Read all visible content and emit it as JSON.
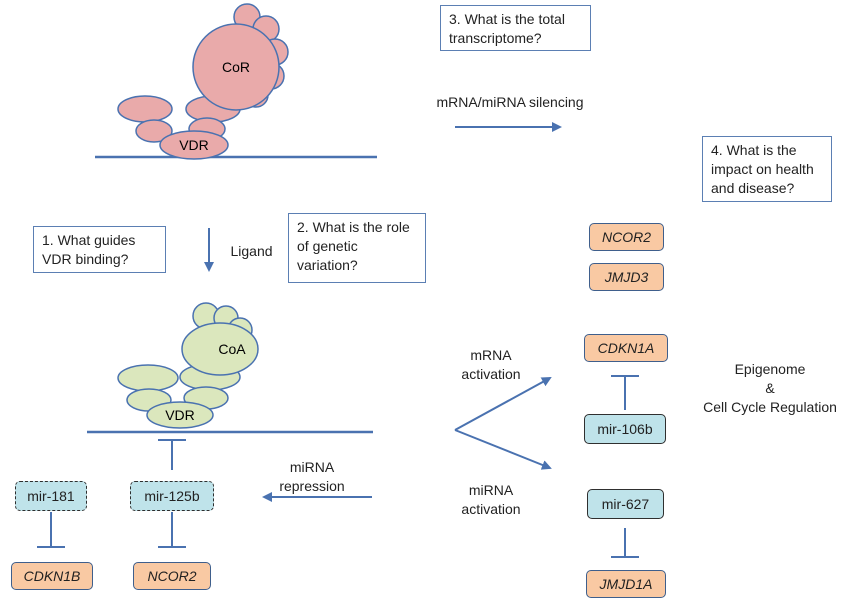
{
  "questions": {
    "q1": "1. What guides VDR binding?",
    "q2": "2. What is the role of genetic variation?",
    "q3": "3. What is the total transcriptome?",
    "q4": "4. What is the impact on health and disease?"
  },
  "complex_top": {
    "corepressor": "CoR",
    "receptor": "VDR"
  },
  "complex_bottom": {
    "coactivator": "CoA",
    "receptor": "VDR"
  },
  "arrows": {
    "silencing": "mRNA/miRNA silencing",
    "ligand": "Ligand",
    "mrna_activation": "mRNA activation",
    "mirna_activation": "miRNA activation",
    "mirna_repression": "miRNA repression"
  },
  "side_label": {
    "line1": "Epigenome",
    "line2": "&",
    "line3": "Cell Cycle Regulation"
  },
  "genes": {
    "ncor2_top": "NCOR2",
    "jmjd3": "JMJD3",
    "cdkn1a": "CDKN1A",
    "jmjd1a": "JMJD1A",
    "cdkn1b": "CDKN1B",
    "ncor2_bottom": "NCOR2"
  },
  "mirnas": {
    "mir106b": "mir-106b",
    "mir627": "mir-627",
    "mir181": "mir-181",
    "mir125b": "mir-125b"
  },
  "colors": {
    "arrow": "#4a72b0",
    "dna_line": "#4a72b0",
    "corepressor_fill": "#e9aaaa",
    "coactivator_fill": "#dbe7bd",
    "gene_fill": "#f9c9a3",
    "mirna_fill": "#bfe3ea"
  }
}
